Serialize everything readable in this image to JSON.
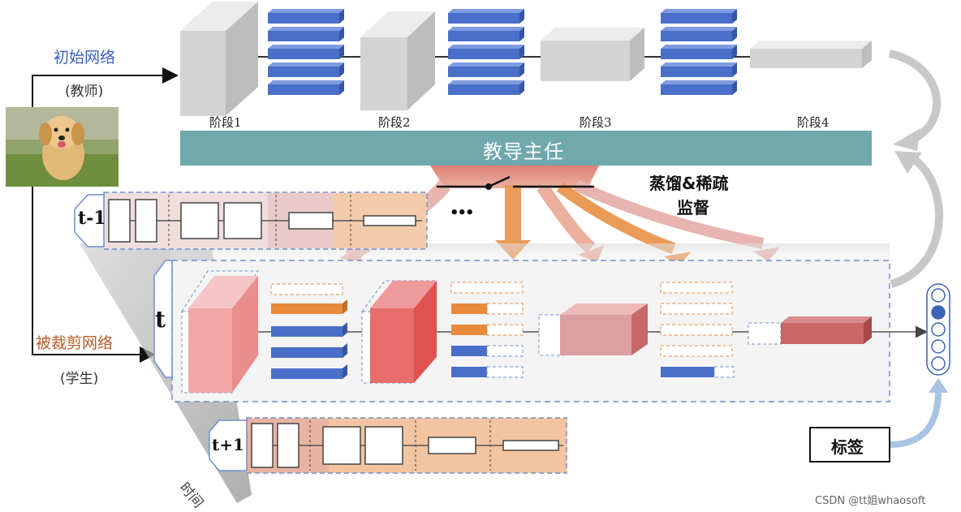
{
  "labels": {
    "teacher_net": "初始网络",
    "teacher_role": "(教师)",
    "student_net": "被裁剪网络",
    "student_role": "(学生)",
    "stage1": "阶段1",
    "stage2": "阶段2",
    "stage3": "阶段3",
    "stage4": "阶段4",
    "supervisor": "教导主任",
    "supervision_line1": "蒸馏&稀疏",
    "supervision_line2": "监督",
    "ellipsis": "•••",
    "t_prev": "t-1",
    "t_now": "t",
    "t_next": "t+1",
    "label_box": "标签",
    "time_axis": "时间",
    "watermark": "CSDN @tt姐whaosoft"
  },
  "colors": {
    "teacher_blue": "#4a6fc9",
    "supervisor_bar": "#6fa8ad",
    "pink": "#e98d8d",
    "red": "#e05252",
    "orange": "#e88a3c",
    "dark_red": "#c96767"
  },
  "icons": {
    "photo": "puppy-photo",
    "switch": "switch-icon",
    "output": "output-node-icon"
  }
}
